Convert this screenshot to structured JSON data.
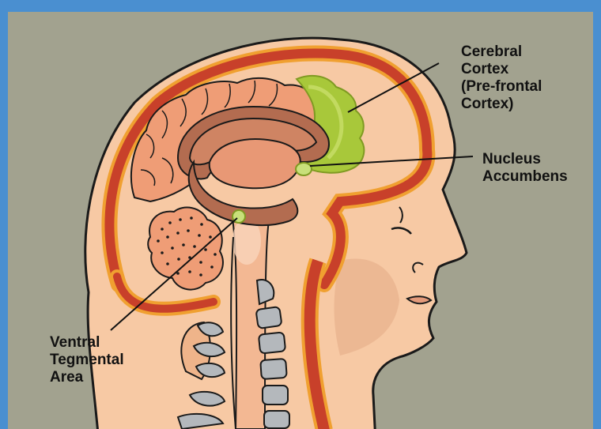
{
  "labels": {
    "cerebral_cortex": [
      "Cerebral",
      "Cortex",
      "(Pre-frontal",
      "Cortex)"
    ],
    "nucleus_accumbens": [
      "Nucleus",
      "Accumbens"
    ],
    "ventral_tegmental_area": [
      "Ventral",
      "Tegmental",
      "Area"
    ]
  },
  "colors": {
    "frame": "#4a8fd0",
    "background": "#a2a28f",
    "skin": "#f7c9a4",
    "skin_outline": "#1a1a1a",
    "meninges_red": "#c8402a",
    "meninges_orange": "#f0a030",
    "cortex": "#ef9d76",
    "cortex_inner": "#b36c50",
    "prefrontal": "#a8c83a",
    "nucleus": "#c8e07a",
    "vertebra": "#b4b8bc",
    "text": "#111111"
  }
}
